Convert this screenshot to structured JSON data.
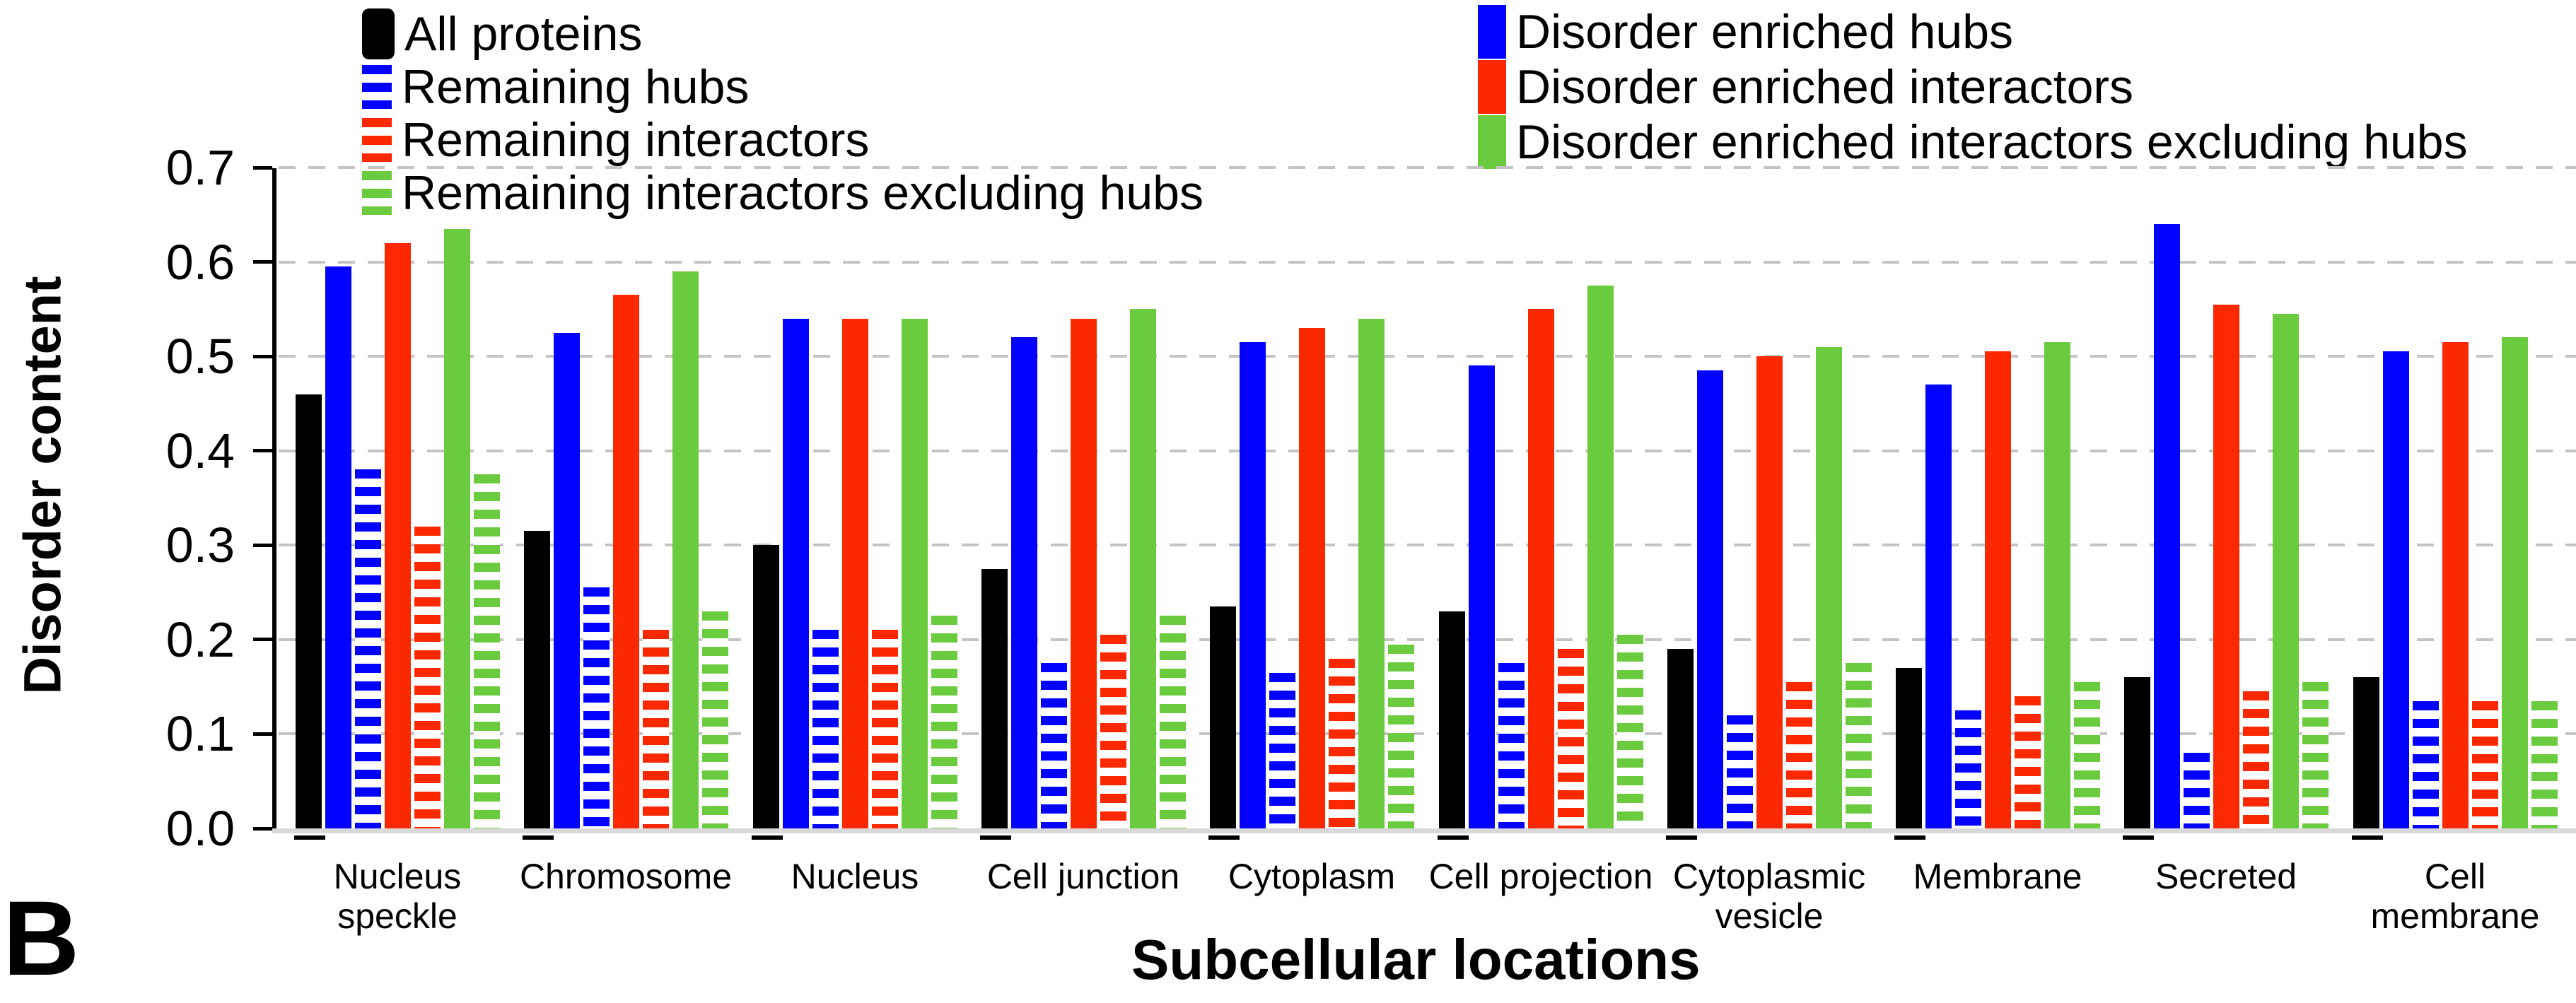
{
  "panel_label": "B",
  "colors": {
    "black": "#000000",
    "blue": "#0202fe",
    "red": "#fb2800",
    "green": "#6bcb3f",
    "gridline": "#c4c4c4",
    "baseline": "#d9d9d9"
  },
  "legend": {
    "left": [
      {
        "label": "All proteins",
        "swatch": "solid-black",
        "color": "#000000"
      },
      {
        "label": "Remaining hubs",
        "swatch": "striped",
        "color": "#0202fe"
      },
      {
        "label": "Remaining interactors",
        "swatch": "striped",
        "color": "#fb2800"
      },
      {
        "label": "Remaining interactors excluding hubs",
        "swatch": "striped",
        "color": "#6bcb3f"
      }
    ],
    "right": [
      {
        "label": "Disorder enriched hubs",
        "swatch": "solid",
        "color": "#0202fe"
      },
      {
        "label": "Disorder enriched interactors",
        "swatch": "solid",
        "color": "#fb2800"
      },
      {
        "label": "Disorder enriched interactors excluding hubs",
        "swatch": "solid",
        "color": "#6bcb3f"
      }
    ]
  },
  "chart_data": {
    "type": "bar",
    "title": "",
    "xlabel": "Subcellular locations",
    "ylabel": "Disorder content",
    "ylim": [
      0.0,
      0.7
    ],
    "ytick_step": 0.1,
    "grid": "horizontal-dashed",
    "legend_position": "top",
    "categories": [
      "Nucleus\nspeckle",
      "Chromosome",
      "Nucleus",
      "Cell junction",
      "Cytoplasm",
      "Cell projection",
      "Cytoplasmic\nvesicle",
      "Membrane",
      "Secreted",
      "Cell\nmembrane"
    ],
    "series": [
      {
        "name": "All proteins",
        "color": "#000000",
        "pattern": "solid",
        "values": [
          0.46,
          0.315,
          0.3,
          0.275,
          0.235,
          0.23,
          0.19,
          0.17,
          0.16,
          0.16
        ]
      },
      {
        "name": "Disorder enriched hubs",
        "color": "#0202fe",
        "pattern": "solid",
        "values": [
          0.595,
          0.525,
          0.54,
          0.52,
          0.515,
          0.49,
          0.485,
          0.47,
          0.64,
          0.505
        ]
      },
      {
        "name": "Remaining hubs",
        "color": "#0202fe",
        "pattern": "striped",
        "values": [
          0.38,
          0.255,
          0.21,
          0.175,
          0.165,
          0.175,
          0.12,
          0.125,
          0.08,
          0.135
        ]
      },
      {
        "name": "Disorder enriched interactors",
        "color": "#fb2800",
        "pattern": "solid",
        "values": [
          0.62,
          0.565,
          0.54,
          0.54,
          0.53,
          0.55,
          0.5,
          0.505,
          0.555,
          0.515
        ]
      },
      {
        "name": "Remaining interactors",
        "color": "#fb2800",
        "pattern": "striped",
        "values": [
          0.32,
          0.21,
          0.21,
          0.205,
          0.18,
          0.19,
          0.155,
          0.14,
          0.145,
          0.135
        ]
      },
      {
        "name": "Disorder enriched interactors excluding hubs",
        "color": "#6bcb3f",
        "pattern": "solid",
        "values": [
          0.635,
          0.59,
          0.54,
          0.55,
          0.54,
          0.575,
          0.51,
          0.515,
          0.545,
          0.52
        ]
      },
      {
        "name": "Remaining interactors excluding hubs",
        "color": "#6bcb3f",
        "pattern": "striped",
        "values": [
          0.375,
          0.23,
          0.225,
          0.225,
          0.195,
          0.205,
          0.175,
          0.155,
          0.155,
          0.135
        ]
      }
    ]
  }
}
